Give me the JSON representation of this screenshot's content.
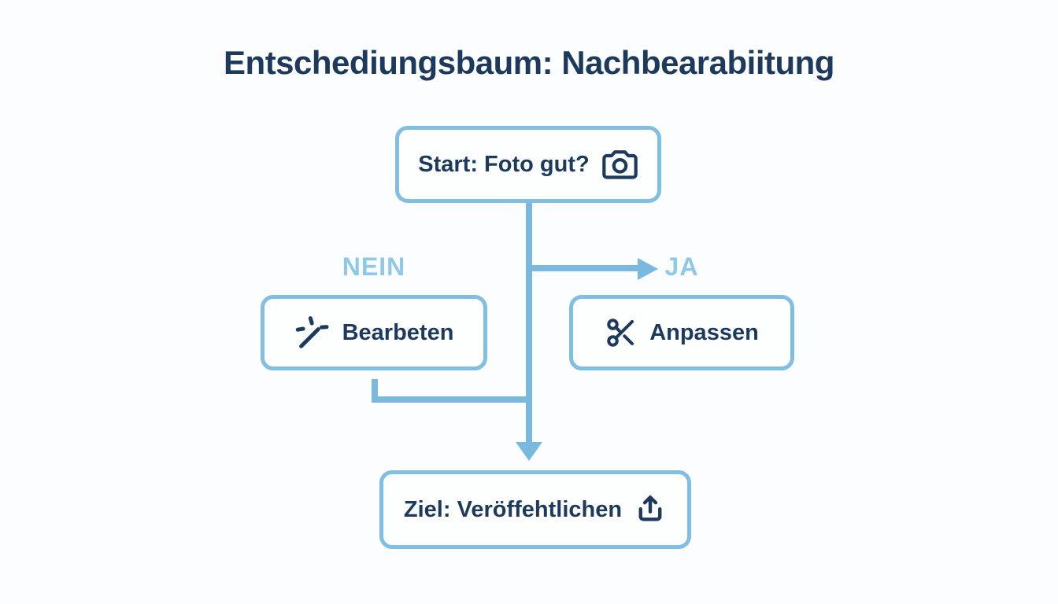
{
  "title": "Entschediungsbaum: Nachbearabiitung",
  "colors": {
    "background": "#fcfdfe",
    "box_border": "#80bfe2",
    "connector": "#79b9de",
    "branch_label": "#8fc9e8",
    "text": "#1d3a5c"
  },
  "nodes": {
    "start": {
      "label": "Start: Foto gut?",
      "icon": "camera-icon"
    },
    "edit": {
      "label": "Bearbeten",
      "icon": "magic-wand-icon"
    },
    "adjust": {
      "label": "Anpassen",
      "icon": "scissors-icon"
    },
    "goal": {
      "label": "Ziel: Veröffehtlichen",
      "icon": "upload-icon"
    }
  },
  "branches": {
    "no": "NEIN",
    "yes": "JA"
  }
}
